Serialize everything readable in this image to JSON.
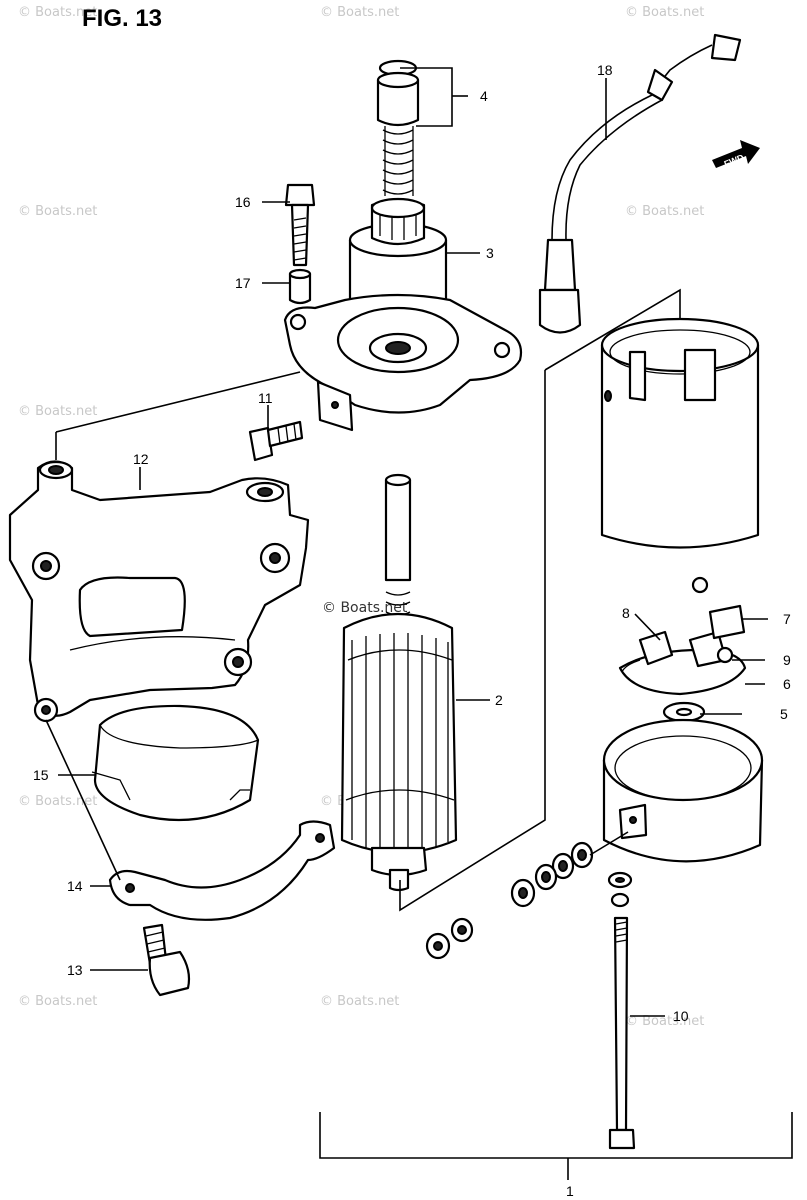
{
  "figure": {
    "title": "FIG. 13"
  },
  "callouts": {
    "c1": "1",
    "c2": "2",
    "c3": "3",
    "c4": "4",
    "c5": "5",
    "c6": "6",
    "c7": "7",
    "c8": "8",
    "c9": "9",
    "c10": "10",
    "c11": "11",
    "c12": "12",
    "c13": "13",
    "c14": "14",
    "c15": "15",
    "c16": "16",
    "c17": "17",
    "c18": "18"
  },
  "fwd_label": "FWD",
  "watermark": {
    "text": "© Boats.net"
  }
}
